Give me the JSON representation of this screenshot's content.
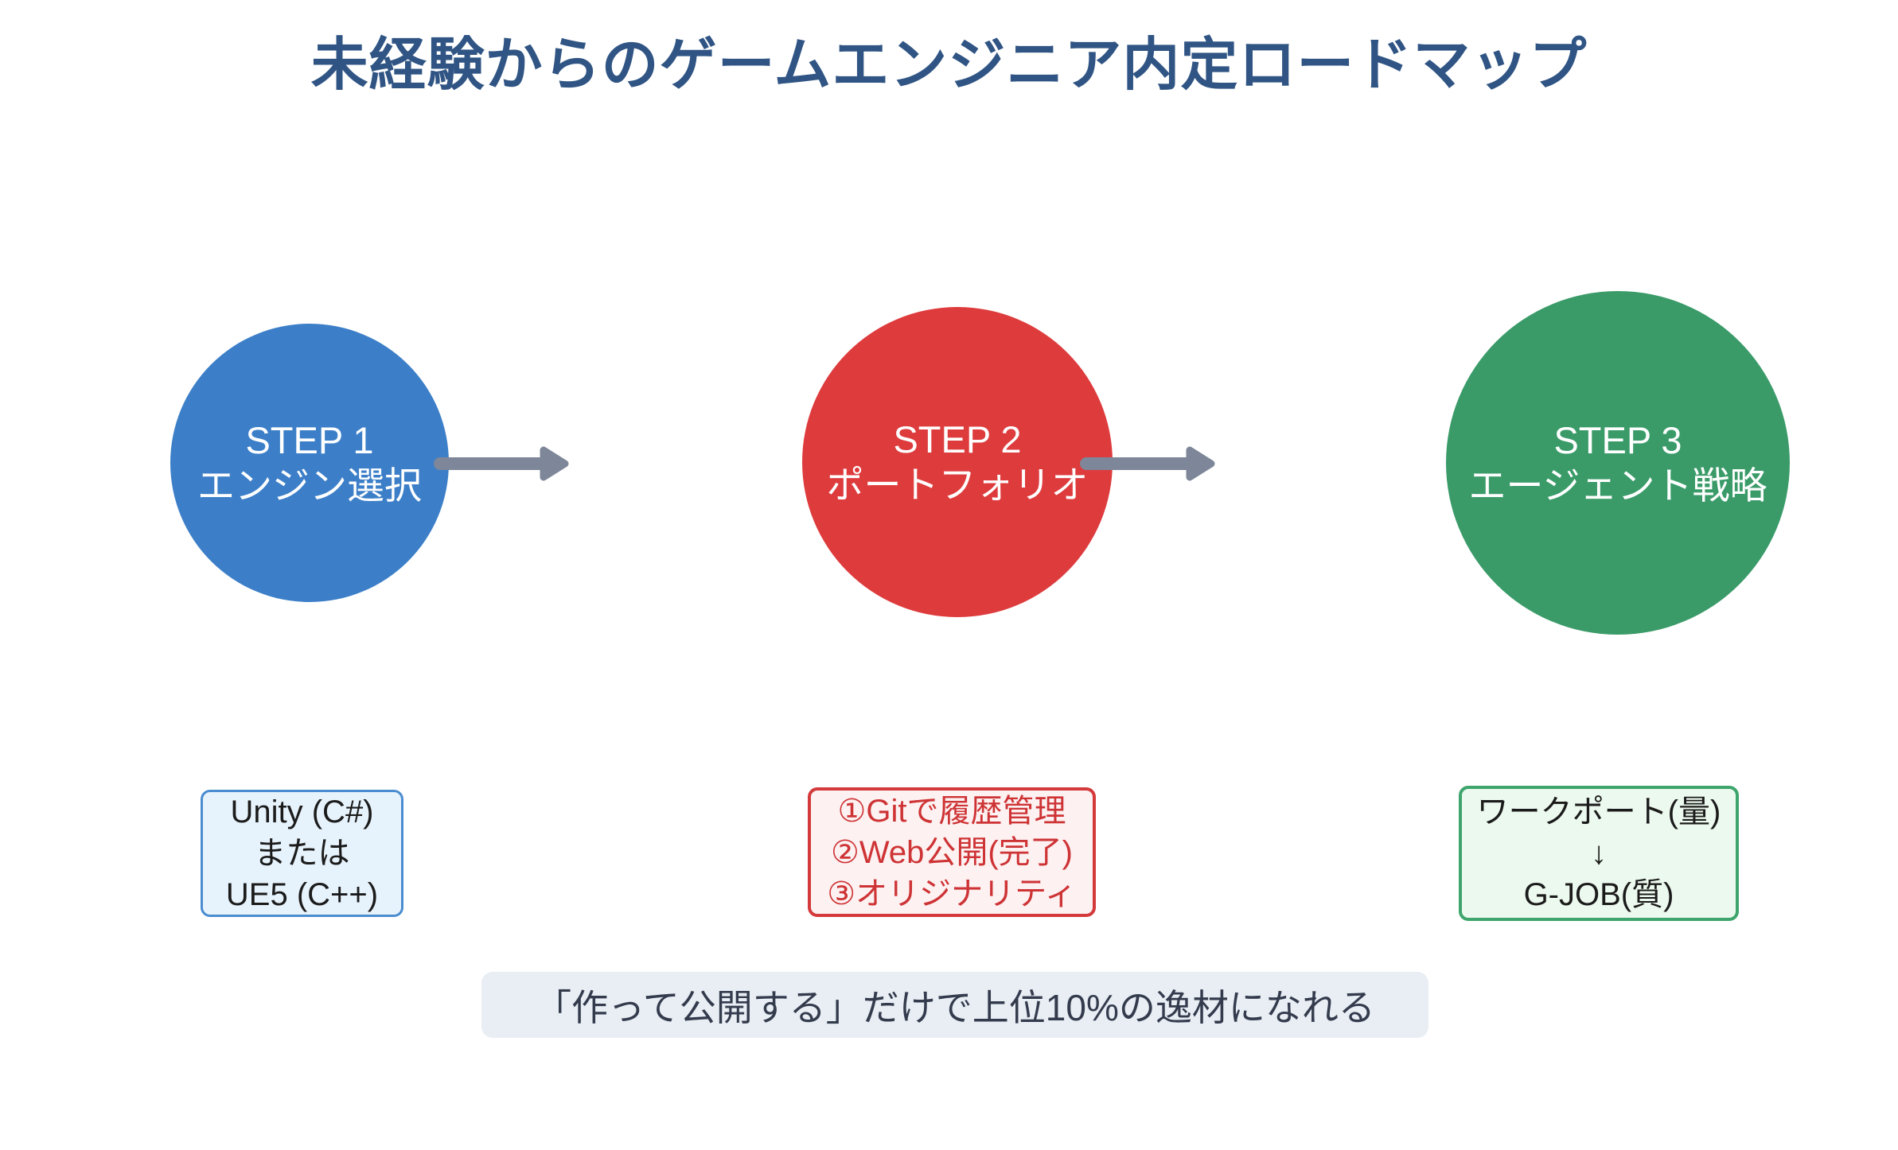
{
  "title": "未経験からのゲームエンジニア内定ロードマップ",
  "title_color": "#305584",
  "arrow_color": "#7D8799",
  "steps": [
    {
      "label": "STEP 1",
      "name": "エンジン選択",
      "circle_color": "#3C7FC8",
      "detail": {
        "lines": [
          "Unity (C#)",
          "または",
          "UE5 (C++)"
        ],
        "border_color": "#4A8CD0",
        "bg_color": "#E7F3FC",
        "text_color": "#1B1B1B"
      }
    },
    {
      "label": "STEP 2",
      "name": "ポートフォリオ",
      "circle_color": "#DE3B3D",
      "detail": {
        "lines": [
          "①Gitで履歴管理",
          "②Web公開(完了)",
          "③オリジナリティ"
        ],
        "border_color": "#D43A3C",
        "bg_color": "#FDF1F1",
        "text_color": "#CE3335"
      }
    },
    {
      "label": "STEP 3",
      "name": "エージェント戦略",
      "circle_color": "#3A9B69",
      "detail": {
        "lines": [
          "ワークポート(量)",
          "↓",
          "G-JOB(質)"
        ],
        "border_color": "#3EA56C",
        "bg_color": "#ECF9EE",
        "text_color": "#1B1B1B"
      }
    }
  ],
  "banner": {
    "text": "「作って公開する」だけで上位10%の逸材になれる",
    "bg_color": "#E9EEF4",
    "text_color": "#333B4D"
  }
}
